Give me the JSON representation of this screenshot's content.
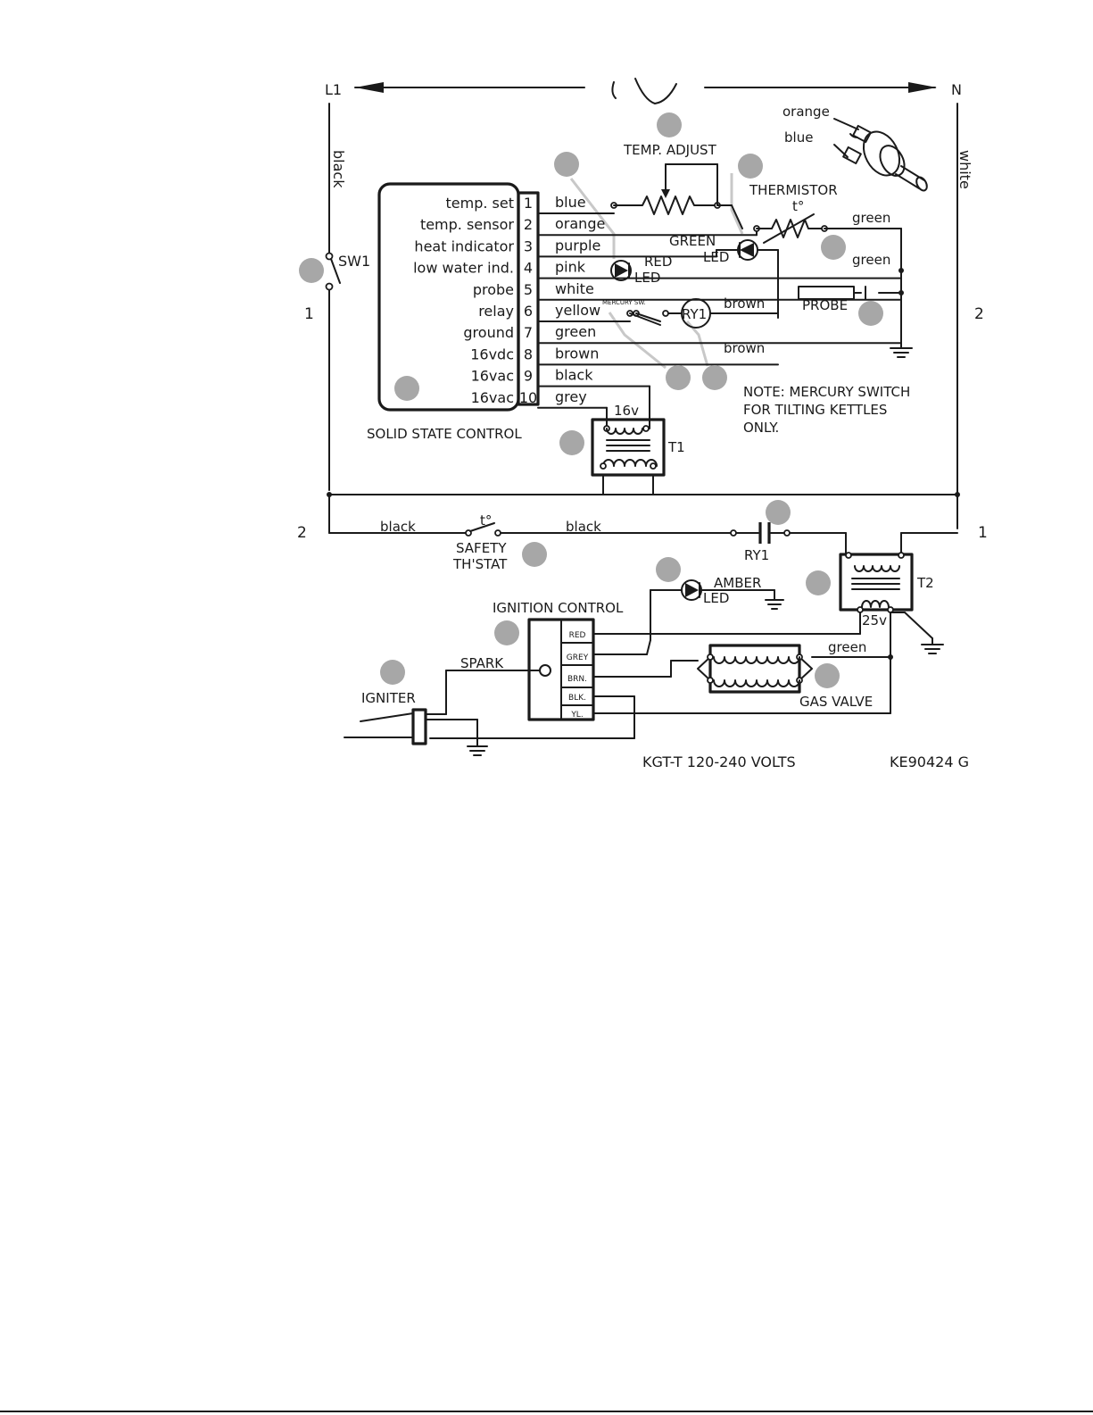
{
  "supply": {
    "line": "L1",
    "neutral": "N",
    "line_wire": "black",
    "neutral_wire": "white",
    "left_pos_a": "1",
    "left_pos_b": "2",
    "right_pos_a": "2",
    "right_pos_b": "1"
  },
  "switch": {
    "label": "SW1"
  },
  "control": {
    "title": "SOLID STATE CONTROL",
    "terminals": [
      {
        "num": "1",
        "function": "temp. set",
        "wire": "blue"
      },
      {
        "num": "2",
        "function": "temp. sensor",
        "wire": "orange"
      },
      {
        "num": "3",
        "function": "heat indicator",
        "wire": "purple"
      },
      {
        "num": "4",
        "function": "low water ind.",
        "wire": "pink"
      },
      {
        "num": "5",
        "function": "probe",
        "wire": "white"
      },
      {
        "num": "6",
        "function": "relay",
        "wire": "yellow"
      },
      {
        "num": "7",
        "function": "ground",
        "wire": "green"
      },
      {
        "num": "8",
        "function": "16vdc",
        "wire": "brown"
      },
      {
        "num": "9",
        "function": "16vac",
        "wire": "black"
      },
      {
        "num": "10",
        "function": "16vac",
        "wire": "grey"
      }
    ]
  },
  "components": {
    "temp_adjust": "TEMP. ADJUST",
    "thermistor": "THERMISTOR",
    "thermistor_symbol": "t°",
    "green_led": "GREEN",
    "green_led_2": "LED",
    "red_led": "RED",
    "red_led_2": "LED",
    "probe": "PROBE",
    "mercury_switch": "MERCURY SW.",
    "relay_coil": "RY1",
    "relay_contact": "RY1",
    "t1": "T1",
    "t1_voltage": "16v",
    "t2": "T2",
    "t2_voltage": "25v",
    "safety_1": "SAFETY",
    "safety_2": "TH'STAT",
    "safety_symbol": "t°",
    "amber_led": "AMBER",
    "amber_led_2": "LED",
    "ignition_control": "IGNITION CONTROL",
    "ignition_terminals": [
      "RED",
      "GREY",
      "BRN.",
      "BLK.",
      "YL."
    ],
    "spark": "SPARK",
    "igniter": "IGNITER",
    "gas_valve": "GAS VALVE",
    "pot_orange": "orange",
    "pot_blue": "blue"
  },
  "wire_labels": {
    "thermistor_green": "green",
    "led_green": "green",
    "relay_brown": "brown",
    "brown_8": "brown",
    "safety_left_black": "black",
    "safety_right_black": "black",
    "gas_valve_green": "green"
  },
  "note": [
    "NOTE: MERCURY SWITCH",
    "FOR TILTING KETTLES",
    "ONLY."
  ],
  "footer": {
    "model": "KGT-T  120-240 VOLTS",
    "code": "KE90424 G"
  },
  "colors": {
    "ink": "#1a1a1a",
    "callout": "#a7a7a7",
    "leader": "#c8c8c8",
    "background": "#ffffff"
  }
}
